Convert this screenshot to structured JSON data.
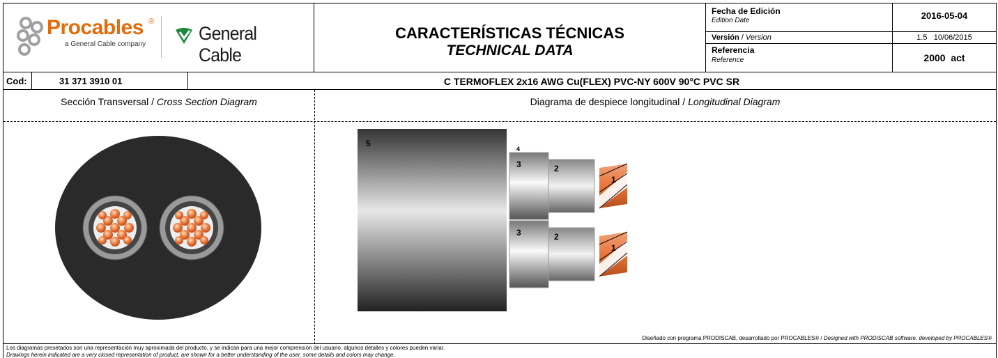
{
  "logos": {
    "procables": {
      "name": "Procables",
      "tagline": "a General Cable company",
      "registered": "®"
    },
    "general_cable": {
      "name": "General Cable"
    }
  },
  "title": {
    "es": "CARACTERÍSTICAS TÉCNICAS",
    "en": "TECHNICAL DATA"
  },
  "meta": {
    "edition_label_es": "Fecha de Edición",
    "edition_label_en": "Edition Date",
    "edition_value": "2016-05-04",
    "version_label_es": "Versión",
    "version_sep": " / ",
    "version_label_en": "Version",
    "version_value": "1.5",
    "version_date": "10/06/2015",
    "reference_label_es": "Referencia",
    "reference_label_en": "Reference",
    "reference_value": "2000  act"
  },
  "code": {
    "label": "Cod:",
    "value": "31 371 3910 01",
    "product": "C TERMOFLEX 2x16 AWG Cu(FLEX) PVC-NY 600V 90°C PVC SR"
  },
  "sections": {
    "cross": {
      "es": "Sección Transversal / ",
      "en": "Cross Section Diagram"
    },
    "longitudinal": {
      "es": "Diagrama de despiece longitudinal / ",
      "en": "Longitudinal Diagram"
    }
  },
  "diagram_labels": {
    "l5": "5",
    "l4": "4",
    "l3a": "3",
    "l3b": "3",
    "l2a": "2",
    "l2b": "2",
    "l1a": "1",
    "l1b": "1"
  },
  "credit": {
    "es": "Diseñado con programa PRODISCAB, desarrollado por PROCABLES® / ",
    "en": "Designed with PRODISCAB software, developed by PROCABLES®"
  },
  "disclaimer": {
    "es": "Los diagramas presetados son una representación muy aproximada del producto, y se indican para una mejor comprensión del usuario, algunos detalles y colores pueden variar.",
    "en": "Drawings herein indicated are a very closed representation of product, are shown for a better understanding of the user, some details and colors may change."
  },
  "colors": {
    "copper": "#e8743a",
    "jacket": "#2b2b2b",
    "insulation": "#9a9a9a",
    "procables_orange": "#e36c0a",
    "gc_green": "#1c8a3b"
  }
}
